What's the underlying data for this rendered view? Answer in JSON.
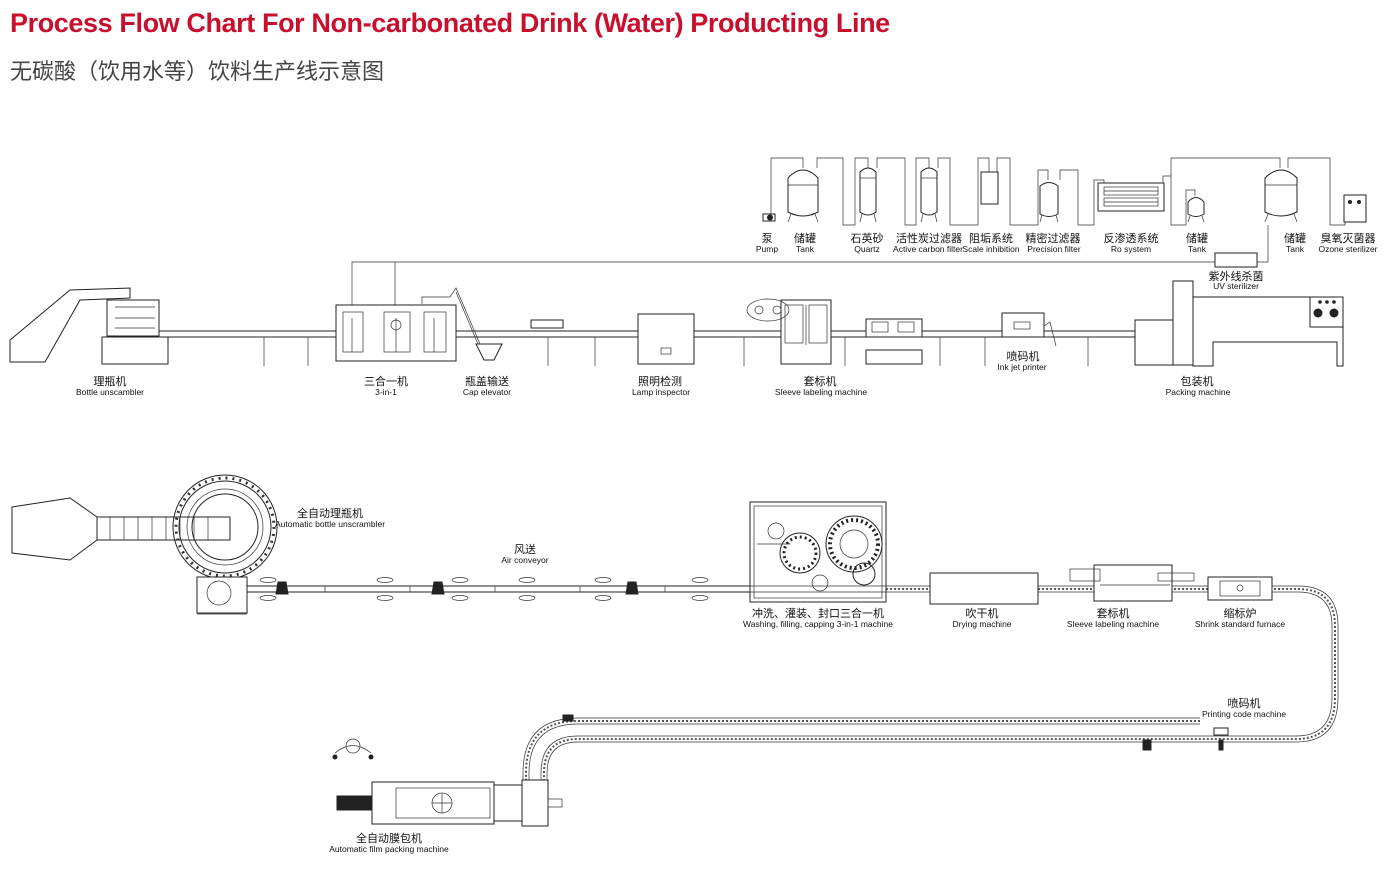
{
  "header": {
    "title": "Process Flow Chart For Non-carbonated Drink (Water) Producting Line",
    "subtitle": "无碳酸（饮用水等）饮料生产线示意图"
  },
  "water_treatment": [
    {
      "zh": "泵",
      "en": "Pump"
    },
    {
      "zh": "储罐",
      "en": "Tank"
    },
    {
      "zh": "石英砂",
      "en": "Quartz"
    },
    {
      "zh": "活性炭过滤器",
      "en": "Active carbon filter"
    },
    {
      "zh": "阻垢系统",
      "en": "Scale inhibition"
    },
    {
      "zh": "精密过滤器",
      "en": "Precision filter"
    },
    {
      "zh": "反渗透系统",
      "en": "Ro system"
    },
    {
      "zh": "储罐",
      "en": "Tank"
    },
    {
      "zh": "储罐",
      "en": "Tank"
    },
    {
      "zh": "臭氧灭菌器",
      "en": "Ozone sterilizer"
    },
    {
      "zh": "紫外线杀菌",
      "en": "UV sterilizer"
    }
  ],
  "line1": [
    {
      "zh": "理瓶机",
      "en": "Bottle unscambler"
    },
    {
      "zh": "三合一机",
      "en": "3-in-1"
    },
    {
      "zh": "瓶盖输送",
      "en": "Cap elevator"
    },
    {
      "zh": "照明检测",
      "en": "Lamp inspector"
    },
    {
      "zh": "套标机",
      "en": "Sleeve labeling machine"
    },
    {
      "zh": "喷码机",
      "en": "Ink jet printer"
    },
    {
      "zh": "包装机",
      "en": "Packing machine"
    }
  ],
  "line2": [
    {
      "zh": "全自动理瓶机",
      "en": "Automatic bottle unscrambler"
    },
    {
      "zh": "风送",
      "en": "Air conveyor"
    },
    {
      "zh": "冲洗、灌装、封口三合一机",
      "en": "Washing, filling, capping 3-in-1 machine"
    },
    {
      "zh": "吹干机",
      "en": "Drying machine"
    },
    {
      "zh": "套标机",
      "en": "Sleeve labeling machine"
    },
    {
      "zh": "缩标炉",
      "en": "Shrink standard furnace"
    },
    {
      "zh": "喷码机",
      "en": "Printing code machine"
    },
    {
      "zh": "全自动膜包机",
      "en": "Automatic film packing machine"
    }
  ],
  "colors": {
    "title": "#c8102e",
    "subtitle": "#444444",
    "line": "#222222"
  }
}
